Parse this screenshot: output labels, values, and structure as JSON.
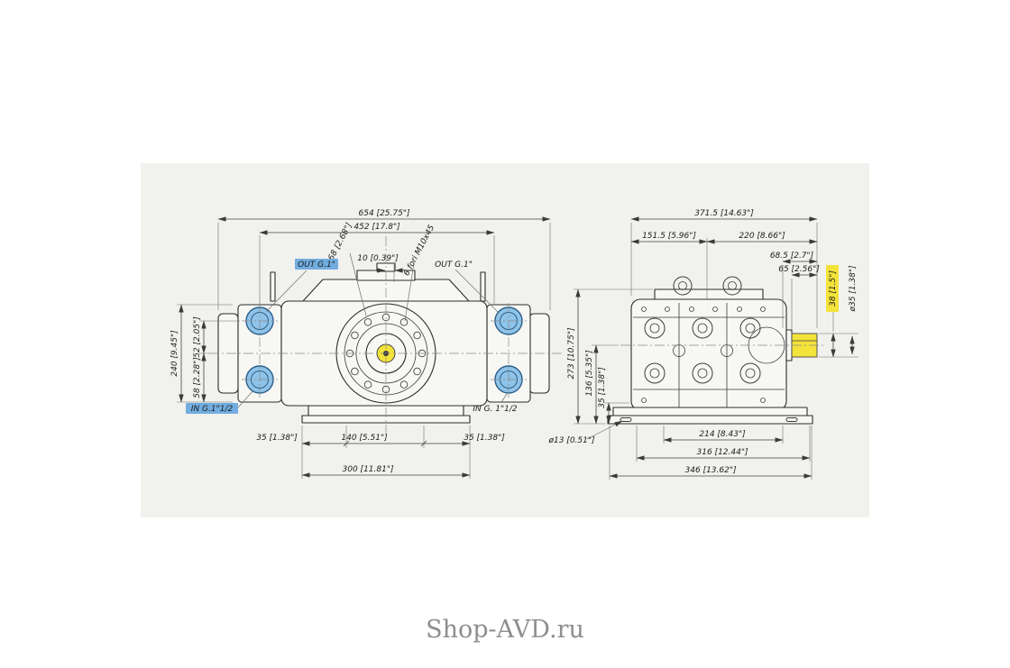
{
  "watermark": "Shop-AVD.ru",
  "colors": {
    "panel_bg": "#f1f1ee",
    "highlight_blue": "#72ade0",
    "highlight_blue_text": "#082c52",
    "highlight_yellow": "#f3e33a",
    "port_blue": "#8fc3e8"
  },
  "front_view": {
    "top_dims": {
      "total_width": "654 [25.75\"]",
      "inner_width": "452 [17.8\"]",
      "radius": "R68 [2.68\"]",
      "offset": "10 [0.39\"]",
      "bolt_note": "6 fori M10x45"
    },
    "ports": {
      "out_left": "OUT G.1\"",
      "out_right": "OUT G.1\"",
      "in_left": "IN G.1\"1/2",
      "in_right": "IN G. 1\"1/2"
    },
    "left_dims": {
      "height_total": "240 [9.45\"]",
      "h52": "52 [2.05\"]",
      "h58": "58 [2.28\"]"
    },
    "bottom_dims": {
      "left_35": "35 [1.38\"]",
      "center_140": "140 [5.51\"]",
      "right_35": "35 [1.38\"]",
      "base_300": "300 [11.81\"]"
    }
  },
  "side_view": {
    "top_dims": {
      "total": "371.5 [14.63\"]",
      "left_151": "151.5 [5.96\"]",
      "right_220": "220 [8.66\"]",
      "shaft_685": "68.5 [2.7\"]",
      "shaft_65": "65 [2.56\"]"
    },
    "right_dims": {
      "shaft_height": "38 [1.5\"]",
      "shaft_dia": "ø35 [1.38\"]"
    },
    "left_dims": {
      "h273": "273 [10.75\"]",
      "h136": "136 [5.35\"]",
      "h35": "35 [1.38\"]"
    },
    "bottom_dims": {
      "hole_dia": "ø13 [0.51\"]",
      "d214": "214 [8.43\"]",
      "d316": "316 [12.44\"]",
      "d346": "346 [13.62\"]"
    }
  }
}
